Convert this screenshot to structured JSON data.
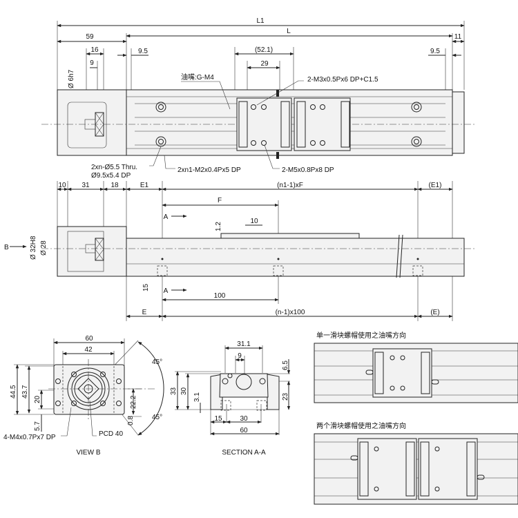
{
  "top_view": {
    "dims": {
      "L1": "L1",
      "L": "L",
      "d11": "11",
      "d59": "59",
      "d16": "16",
      "d9": "9",
      "d9_5_left": "9.5",
      "d52_1": "(52.1)",
      "d29": "29",
      "d9_5_right": "9.5",
      "shaft_dia": "Ø 6h7"
    },
    "callouts": {
      "grease": "油嘴:G-M4",
      "m3": "2-M3x0.5Px6 DP+C1.5",
      "thru1": "2xn-Ø5.5 Thru.",
      "thru2": "Ø9.5x5.4 DP",
      "m2": "2xn1-M2x0.4Px5 DP",
      "m5": "2-M5x0.8Px8 DP"
    }
  },
  "side_view": {
    "dims": {
      "d10": "10",
      "d31": "31",
      "d18": "18",
      "E1": "E1",
      "n1F": "(n1-1)xF",
      "E1r": "(E1)",
      "F": "F",
      "d10b": "10",
      "d1_2": "1.2",
      "d15": "15",
      "d100": "100",
      "E": "E",
      "n100": "(n-1)x100",
      "Er": "(E)",
      "bore": "Ø 32H8",
      "d28": "Ø 28"
    },
    "section_marks": {
      "a_top": "A",
      "a_bottom": "A",
      "b": "B"
    }
  },
  "view_b": {
    "title": "VIEW B",
    "dims": {
      "d60": "60",
      "d42": "42",
      "d44_5": "44.5",
      "d43_7": "43.7",
      "d20": "20",
      "d5_7": "5.7",
      "d22_2": "22.2",
      "d0_8": "0.8",
      "a1": "45°",
      "a2": "45°"
    },
    "callouts": {
      "tap": "4-M4x0.7Px7 DP",
      "pcd": "PCD 40"
    }
  },
  "section_aa": {
    "title": "SECTION A-A",
    "dims": {
      "d31_1": "31.1",
      "d9": "9",
      "d6_5": "6.5",
      "d33": "33",
      "d30": "30",
      "d3_1": "3.1",
      "d23": "23",
      "d15": "15",
      "d30b": "30",
      "d60": "60"
    }
  },
  "panels": {
    "single_title": "单一滑块螺帽使用之油嘴方向",
    "double_title": "两个滑块螺帽使用之油嘴方向"
  }
}
